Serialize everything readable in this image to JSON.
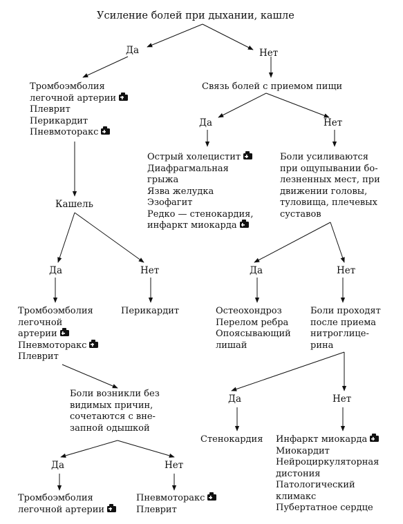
{
  "title": "Усиление болей при дыхании, кашле",
  "answer_yes": "Да",
  "answer_no": "Нет",
  "ambulance_icon": "ambulance-icon",
  "left": {
    "conditions": [
      {
        "text": "Тромбоэмболия",
        "icon": false
      },
      {
        "text": "легочной артерии",
        "icon": true
      },
      {
        "text": "Плеврит",
        "icon": false
      },
      {
        "text": "Перикардит",
        "icon": false
      },
      {
        "text": "Пневмоторакс",
        "icon": true
      }
    ],
    "cough": "Кашель",
    "cough_yes_conditions": [
      {
        "text": "Тромбоэмболия",
        "icon": false
      },
      {
        "text": "легочной",
        "icon": false
      },
      {
        "text": "артерии",
        "icon": true
      },
      {
        "text": "Пневмоторакс",
        "icon": true
      },
      {
        "text": "Плеврит",
        "icon": false
      }
    ],
    "cough_no_conditions": [
      {
        "text": "Перикардит",
        "icon": false
      }
    ],
    "sudden_question": [
      "Боли возникли без",
      "видимых причин,",
      "сочетаются с вне-",
      "запной одышкой"
    ],
    "sudden_yes_conditions": [
      {
        "text": "Тромбоэмболия",
        "icon": false
      },
      {
        "text": "легочной артерии",
        "icon": true
      }
    ],
    "sudden_no_conditions": [
      {
        "text": "Пневмоторакс",
        "icon": true
      },
      {
        "text": "Плеврит",
        "icon": false
      }
    ]
  },
  "right": {
    "food_question": "Связь болей с приемом пищи",
    "food_yes_conditions": [
      {
        "text": "Острый холецистит",
        "icon": true
      },
      {
        "text": "Диафрагмальная",
        "icon": false
      },
      {
        "text": "грыжа",
        "icon": false
      },
      {
        "text": "Язва желудка",
        "icon": false
      },
      {
        "text": "Эзофагит",
        "icon": false
      },
      {
        "text": "Редко — стенокардия,",
        "icon": false
      },
      {
        "text": "инфаркт миокарда",
        "icon": true
      }
    ],
    "palpation_question": [
      "Боли усиливаются",
      "при ощупывании бо-",
      "лезненных мест, при",
      "движении головы,",
      "туловища, плечевых",
      "суставов"
    ],
    "palpation_yes_conditions": [
      {
        "text": "Остеохондроз",
        "icon": false
      },
      {
        "text": "Перелом ребра",
        "icon": false
      },
      {
        "text": "Опоясывающий",
        "icon": false
      },
      {
        "text": "лишай",
        "icon": false
      }
    ],
    "nitro_question": [
      "Боли проходят",
      "после приема",
      "нитроглице-",
      "рина"
    ],
    "nitro_yes_conditions": [
      {
        "text": "Стенокардия",
        "icon": false
      }
    ],
    "nitro_no_conditions": [
      {
        "text": "Инфаркт миокарда",
        "icon": true
      },
      {
        "text": "Миокардит",
        "icon": false
      },
      {
        "text": "Нейроциркуляторная",
        "icon": false
      },
      {
        "text": "дистония",
        "icon": false
      },
      {
        "text": "Патологический",
        "icon": false
      },
      {
        "text": "климакс",
        "icon": false
      },
      {
        "text": "Пубертатное сердце",
        "icon": false
      }
    ]
  }
}
